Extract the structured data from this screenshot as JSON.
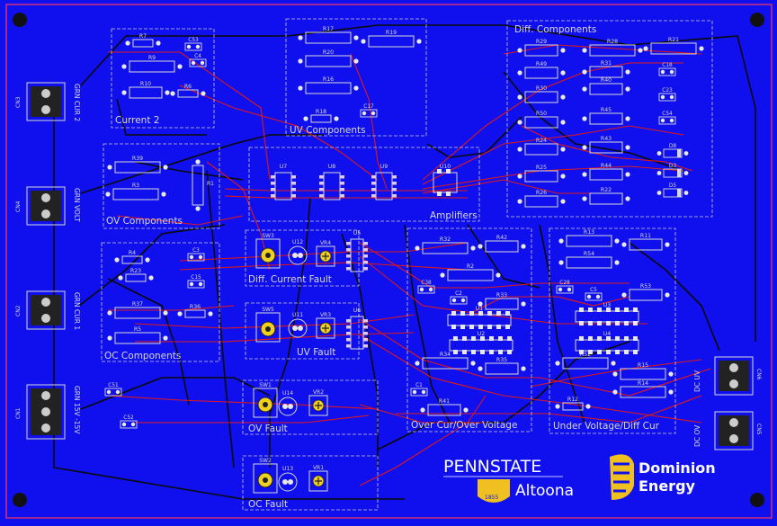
{
  "board": {
    "background": "#1010ee",
    "silk": "#d8d8d8",
    "trace_top": "#e01818",
    "trace_bottom": "#0a0a0a",
    "frame": "#d03080"
  },
  "sections": {
    "current2": "Current 2",
    "uv_components": "UV Components",
    "diff_components": "Diff. Components",
    "ov_components": "OV Components",
    "amplifiers": "Amplifiers",
    "oc_components": "OC Components",
    "diff_current_fault": "Diff. Current Fault",
    "uv_fault": "UV Fault",
    "ov_fault": "OV Fault",
    "oc_fault": "OC Fault",
    "over_cur_over_voltage": "Over Cur/Over Voltage",
    "under_voltage_diff_cur": "Under Voltage/Diff Cur"
  },
  "connectors_left": [
    {
      "ref": "CN3",
      "label": "GRN CUR 2"
    },
    {
      "ref": "CN4",
      "label": "GRN VOLT"
    },
    {
      "ref": "CN2",
      "label": "GRN CUR 1"
    },
    {
      "ref": "CN1",
      "label": "GRN 15V -15V"
    }
  ],
  "connectors_right": [
    {
      "ref": "CN6",
      "label": "DC UV"
    },
    {
      "ref": "CN5",
      "label": "DC OV"
    }
  ],
  "logos": {
    "pennstate_name": "PENNSTATE",
    "pennstate_year": "1855",
    "pennstate_campus": "Altoona",
    "dominion_line1": "Dominion",
    "dominion_line2": "Energy"
  },
  "resistors": [
    {
      "ref": "R7"
    },
    {
      "ref": "R9"
    },
    {
      "ref": "R10"
    },
    {
      "ref": "R6"
    },
    {
      "ref": "R17"
    },
    {
      "ref": "R19"
    },
    {
      "ref": "R20"
    },
    {
      "ref": "R16"
    },
    {
      "ref": "R18"
    },
    {
      "ref": "R29"
    },
    {
      "ref": "R28"
    },
    {
      "ref": "R21"
    },
    {
      "ref": "R49"
    },
    {
      "ref": "R31"
    },
    {
      "ref": "R30"
    },
    {
      "ref": "R40"
    },
    {
      "ref": "R50"
    },
    {
      "ref": "R45"
    },
    {
      "ref": "R24"
    },
    {
      "ref": "R43"
    },
    {
      "ref": "R25"
    },
    {
      "ref": "R44"
    },
    {
      "ref": "R26"
    },
    {
      "ref": "R22"
    },
    {
      "ref": "R39"
    },
    {
      "ref": "R3"
    },
    {
      "ref": "R1"
    },
    {
      "ref": "R4"
    },
    {
      "ref": "R23"
    },
    {
      "ref": "R37"
    },
    {
      "ref": "R36"
    },
    {
      "ref": "R5"
    },
    {
      "ref": "R32"
    },
    {
      "ref": "R42"
    },
    {
      "ref": "R2"
    },
    {
      "ref": "R33"
    },
    {
      "ref": "R34"
    },
    {
      "ref": "R35"
    },
    {
      "ref": "R41"
    },
    {
      "ref": "R13"
    },
    {
      "ref": "R11"
    },
    {
      "ref": "R54"
    },
    {
      "ref": "R53"
    },
    {
      "ref": "R52"
    },
    {
      "ref": "R15"
    },
    {
      "ref": "R12"
    },
    {
      "ref": "R14"
    }
  ],
  "chips": [
    {
      "ref": "U7"
    },
    {
      "ref": "U8"
    },
    {
      "ref": "U9"
    },
    {
      "ref": "U10"
    },
    {
      "ref": "U1"
    },
    {
      "ref": "U2"
    },
    {
      "ref": "U3"
    },
    {
      "ref": "U4"
    },
    {
      "ref": "U5"
    },
    {
      "ref": "U6"
    }
  ],
  "switches": [
    {
      "ref": "SW3"
    },
    {
      "ref": "SW5"
    },
    {
      "ref": "SW1"
    },
    {
      "ref": "SW2"
    }
  ],
  "leds": [
    {
      "ref": "U12"
    },
    {
      "ref": "U11"
    },
    {
      "ref": "U14"
    },
    {
      "ref": "U13"
    }
  ],
  "pots": [
    {
      "ref": "VR4"
    },
    {
      "ref": "VR3"
    },
    {
      "ref": "VR2"
    },
    {
      "ref": "VR1"
    }
  ],
  "caps": [
    {
      "ref": "C53"
    },
    {
      "ref": "C4"
    },
    {
      "ref": "C17"
    },
    {
      "ref": "C18"
    },
    {
      "ref": "C23"
    },
    {
      "ref": "C54"
    },
    {
      "ref": "C3"
    },
    {
      "ref": "C15"
    },
    {
      "ref": "C38"
    },
    {
      "ref": "C2"
    },
    {
      "ref": "C28"
    },
    {
      "ref": "C5"
    },
    {
      "ref": "C1"
    },
    {
      "ref": "C51"
    },
    {
      "ref": "C52"
    }
  ],
  "diodes": [
    {
      "ref": "D8"
    },
    {
      "ref": "D3"
    },
    {
      "ref": "D5"
    }
  ]
}
